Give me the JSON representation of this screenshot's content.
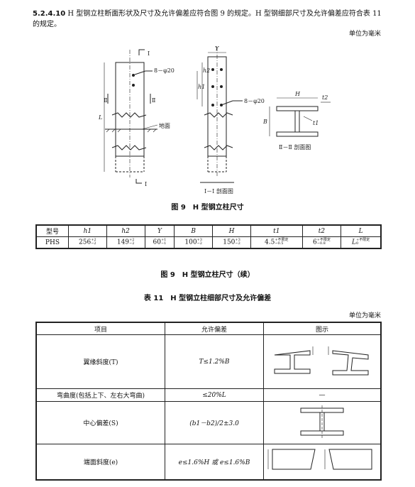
{
  "clause": {
    "number": "5.2.4.10",
    "text": "H 型钢立柱断面形状及尺寸及允许偏差应符合图 9 的规定。H 型钢细部尺寸及允许偏差应符合表 11 的规定。"
  },
  "unit_top": "单位为毫米",
  "figure": {
    "labels": {
      "section_mark": "I",
      "section_mark2": "Ⅱ",
      "holes_elev": "8－φ20",
      "ground": "地面",
      "L": "L",
      "holes_side": "8－φ20",
      "h1": "h1",
      "h2": "h2",
      "Y": "Y",
      "H": "H",
      "B": "B",
      "t1": "t1",
      "t2": "t2",
      "section_I": "I－I 剖面图",
      "section_II": "Ⅱ－Ⅱ 剖面图"
    },
    "caption": "图 9　H 型钢立柱尺寸"
  },
  "dims_table": {
    "headers": [
      "型号",
      "h1",
      "h2",
      "Y",
      "B",
      "H",
      "t1",
      "t2",
      "L"
    ],
    "row": {
      "model": "PHS",
      "h1": "256",
      "h1_tol_up": "+2",
      "h1_tol_dn": "−2",
      "h2": "149",
      "h2_tol_up": "+2",
      "h2_tol_dn": "−2",
      "Y": "60",
      "Y_tol_up": "+1",
      "Y_tol_dn": "−1",
      "B": "100",
      "B_tol_up": "+3",
      "B_tol_dn": "−2",
      "H": "150",
      "H_tol_up": "+3",
      "H_tol_dn": "−2",
      "t1": "4.5",
      "t1_tol_up": "+不限定",
      "t1_tol_dn": "−0.5",
      "t2": "6",
      "t2_tol_up": "+不限定",
      "t2_tol_dn": "−0.8",
      "L": "L",
      "L_tol_up": "+不限定",
      "L_tol_dn": "0"
    }
  },
  "cont_caption": "图 9　H 型钢立柱尺寸（续）",
  "table11": {
    "caption": "表 11　H 型钢立柱细部尺寸及允许偏差",
    "unit": "单位为毫米",
    "headers": [
      "项目",
      "允许偏差",
      "图示"
    ],
    "rows": [
      {
        "item": "翼缘斜度(T)",
        "tol": "T≤1.2%B",
        "fig": ""
      },
      {
        "item": "弯曲度(包括上下、左右大弯曲)",
        "tol": "≤20%L",
        "fig": "—"
      },
      {
        "item": "中心偏差(S)",
        "tol": "(b1－b2)/2±3.0",
        "fig": ""
      },
      {
        "item": "端面斜度(e)",
        "tol": "e≤1.6%H 或 e≤1.6%B",
        "fig": ""
      }
    ]
  }
}
